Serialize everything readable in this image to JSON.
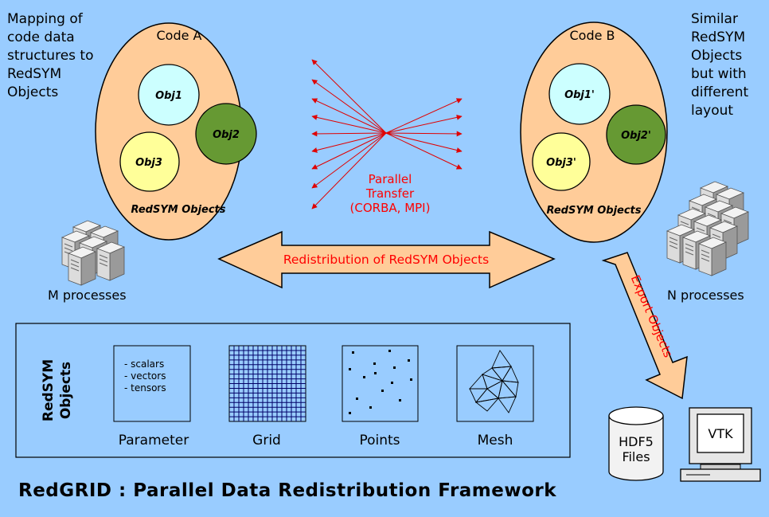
{
  "notes": {
    "left": [
      "Mapping of",
      "code data",
      "structures to",
      "RedSYM",
      "Objects"
    ],
    "right": [
      "Similar",
      "RedSYM",
      "Objects",
      "but with",
      "different",
      "layout"
    ]
  },
  "code_a": {
    "title": "Code A",
    "objects": [
      "Obj1",
      "Obj2",
      "Obj3"
    ],
    "caption": "RedSYM Objects",
    "processes": "M processes"
  },
  "code_b": {
    "title": "Code B",
    "objects": [
      "Obj1'",
      "Obj2'",
      "Obj3'"
    ],
    "caption": "RedSYM Objects",
    "processes": "N processes"
  },
  "transfer": {
    "lines": [
      "Parallel",
      "Transfer",
      "(CORBA, MPI)"
    ]
  },
  "redistribution": {
    "label": "Redistribution of RedSYM Objects"
  },
  "export": {
    "label": "Export Objects"
  },
  "redsym_panel": {
    "side_label": [
      "RedSYM",
      "Objects"
    ],
    "parameter": {
      "label": "Parameter",
      "items": [
        "- scalars",
        "- vectors",
        "- tensors"
      ]
    },
    "grid": {
      "label": "Grid"
    },
    "points": {
      "label": "Points"
    },
    "mesh": {
      "label": "Mesh"
    }
  },
  "outputs": {
    "hdf5": [
      "HDF5",
      "Files"
    ],
    "vtk": "VTK"
  },
  "footer": {
    "title": "RedGRID : Parallel Data Redistribution Framework"
  },
  "colors": {
    "background": "#99ccff",
    "ellipse": "#ffcc99",
    "obj1": "#ccffff",
    "obj2": "#669933",
    "obj3": "#ffff99",
    "arrow_text": "#ff0000"
  }
}
